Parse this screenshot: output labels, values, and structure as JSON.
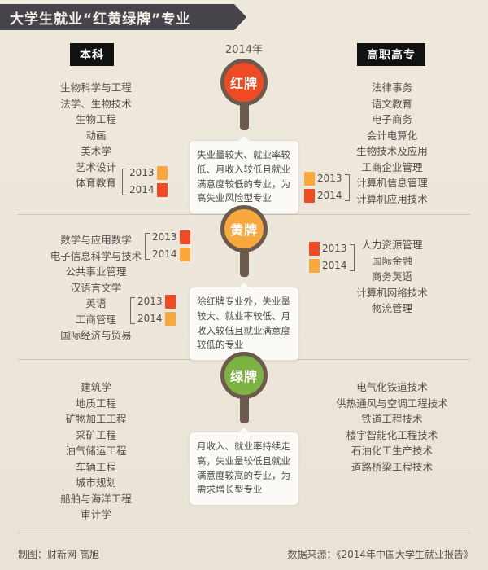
{
  "title": "大学生就业“红黄绿牌”专业",
  "year_label": "2014年",
  "columns": {
    "left_header": "本科",
    "right_header": "高职高专"
  },
  "legend_years": {
    "y2013": "2013",
    "y2014": "2014"
  },
  "colors": {
    "amber": "#F9A93C",
    "red": "#EF4A23",
    "green": "#7DB342",
    "badge_ring": "#6C5B4C",
    "background": "#EDE7DC",
    "title_bar": "#46434A"
  },
  "sections": [
    {
      "key": "red",
      "badge_label": "红牌",
      "badge_color": "#EF4A23",
      "description": "失业量较大、就业率较低、月收入较低且就业满意度较低的专业，为高失业风险型专业",
      "left_majors": [
        "生物科学与工程",
        "法学、生物技术",
        "生物工程",
        "动画",
        "美术学",
        "艺术设计",
        "体育教育"
      ],
      "right_majors": [
        "法律事务",
        "语文教育",
        "电子商务",
        "会计电算化",
        "生物技术及应用",
        "工商企业管理",
        "计算机信息管理",
        "计算机应用技术"
      ],
      "left_legend": {
        "y2013_color": "#F9A93C",
        "y2014_color": "#EF4A23"
      },
      "right_legend": {
        "y2013_color": "#F9A93C",
        "y2014_color": "#EF4A23"
      }
    },
    {
      "key": "yellow",
      "badge_label": "黄牌",
      "badge_color": "#F9A93C",
      "description": "除红牌专业外，失业量较大、就业率较低、月收入较低且就业满意度较低的专业",
      "left_majors": [
        "数学与应用数学",
        "电子信息科学与技术",
        "公共事业管理",
        "汉语言文学",
        "英语",
        "工商管理",
        "国际经济与贸易"
      ],
      "right_majors": [
        "人力资源管理",
        "国际金融",
        "商务英语",
        "计算机网络技术",
        "物流管理"
      ],
      "left_legend": {
        "y2013_color": "#EF4A23",
        "y2014_color": "#F9A93C"
      },
      "left_legend2": {
        "y2013_color": "#EF4A23",
        "y2014_color": "#F9A93C"
      },
      "right_legend": {
        "y2013_color": "#EF4A23",
        "y2014_color": "#F9A93C"
      }
    },
    {
      "key": "green",
      "badge_label": "绿牌",
      "badge_color": "#7DB342",
      "description": "月收入、就业率持续走高，失业量较低且就业满意度较高的专业，为需求增长型专业",
      "left_majors": [
        "建筑学",
        "地质工程",
        "矿物加工工程",
        "采矿工程",
        "油气储运工程",
        "车辆工程",
        "城市规划",
        "船舶与海洋工程",
        "审计学"
      ],
      "right_majors": [
        "电气化铁道技术",
        "供热通风与空调工程技术",
        "铁道工程技术",
        "楼宇智能化工程技术",
        "石油化工生产技术",
        "道路桥梁工程技术"
      ]
    }
  ],
  "footer": {
    "credit": "制图：财新网 高旭",
    "source": "数据来源：《2014年中国大学生就业报告》"
  }
}
